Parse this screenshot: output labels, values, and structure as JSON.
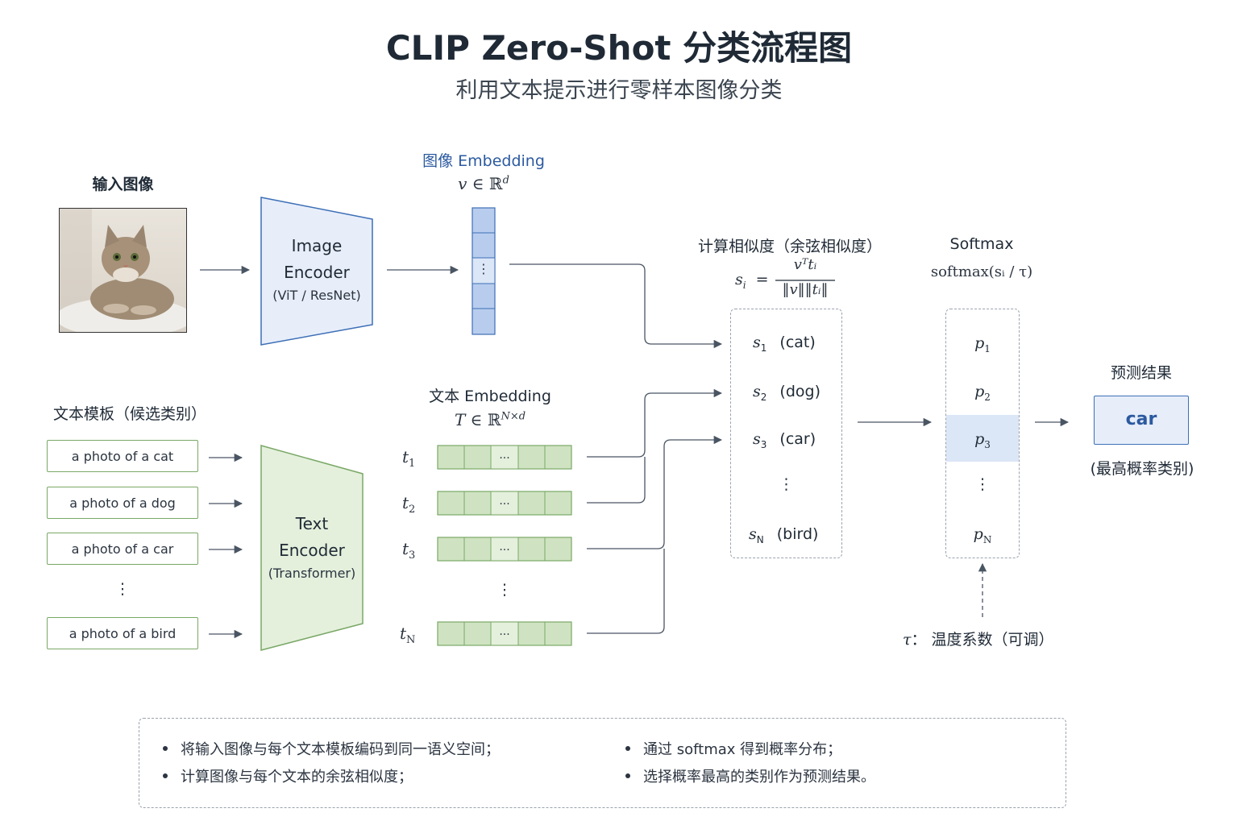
{
  "header": {
    "title": "CLIP Zero-Shot 分类流程图",
    "subtitle": "利用文本提示进行零样本图像分类"
  },
  "input_image": {
    "label": "输入图像",
    "subject": "cat"
  },
  "image_encoder": {
    "line1": "Image",
    "line2": "Encoder",
    "sub": "(ViT / ResNet)"
  },
  "image_embedding": {
    "label": "图像 Embedding",
    "formula_var": "v",
    "formula_in": "∈ ℝ",
    "formula_sup": "d",
    "ellipsis": "⋮"
  },
  "text_templates": {
    "label": "文本模板（候选类别）",
    "items": [
      "a photo of a cat",
      "a photo of a dog",
      "a photo of a car",
      "a photo of a bird"
    ],
    "ellipsis": "⋮"
  },
  "text_encoder": {
    "line1": "Text",
    "line2": "Encoder",
    "sub": "(Transformer)"
  },
  "text_embedding": {
    "label": "文本 Embedding",
    "formula_var": "T",
    "formula_in": "∈ ℝ",
    "formula_sup": "N×d",
    "rows": [
      {
        "var": "t",
        "sub": "1"
      },
      {
        "var": "t",
        "sub": "2"
      },
      {
        "var": "t",
        "sub": "3"
      },
      {
        "var": "t",
        "sub": "N"
      }
    ],
    "cell_ellipsis": "...",
    "ellipsis": "⋮"
  },
  "similarity": {
    "label": "计算相似度（余弦相似度）",
    "formula_lhs": "s",
    "formula_lhs_sub": "i",
    "formula_eq": "=",
    "numerator": "vᵀtᵢ",
    "denominator": "‖v‖‖tᵢ‖",
    "scores": [
      {
        "var": "s",
        "sub": "1",
        "cls": "(cat)"
      },
      {
        "var": "s",
        "sub": "2",
        "cls": "(dog)"
      },
      {
        "var": "s",
        "sub": "3",
        "cls": "(car)"
      },
      {
        "var": "s",
        "sub": "N",
        "cls": "(bird)"
      }
    ],
    "ellipsis": "⋮"
  },
  "softmax": {
    "label": "Softmax",
    "formula": "softmax(sᵢ / τ)",
    "probs": [
      {
        "var": "p",
        "sub": "1"
      },
      {
        "var": "p",
        "sub": "2"
      },
      {
        "var": "p",
        "sub": "3"
      },
      {
        "var": "p",
        "sub": "N"
      }
    ],
    "ellipsis": "⋮",
    "highlight_color": "#dbe6f6"
  },
  "temperature": {
    "var": "τ",
    "text": "：  温度系数（可调）"
  },
  "prediction": {
    "label": "预测结果",
    "value": "car",
    "note": "(最高概率类别)"
  },
  "notes": {
    "items": [
      "将输入图像与每个文本模板编码到同一语义空间；",
      "计算图像与每个文本的余弦相似度；",
      "通过 softmax 得到概率分布；",
      "选择概率最高的类别作为预测结果。"
    ]
  },
  "colors": {
    "image_blue_fill": "#e7eefa",
    "image_blue_stroke": "#3d6fb6",
    "embedding_blue_fill": "#b8cdee",
    "text_green_fill": "#e4f0dc",
    "text_green_stroke": "#7aa866",
    "arrow": "#4a5563"
  }
}
